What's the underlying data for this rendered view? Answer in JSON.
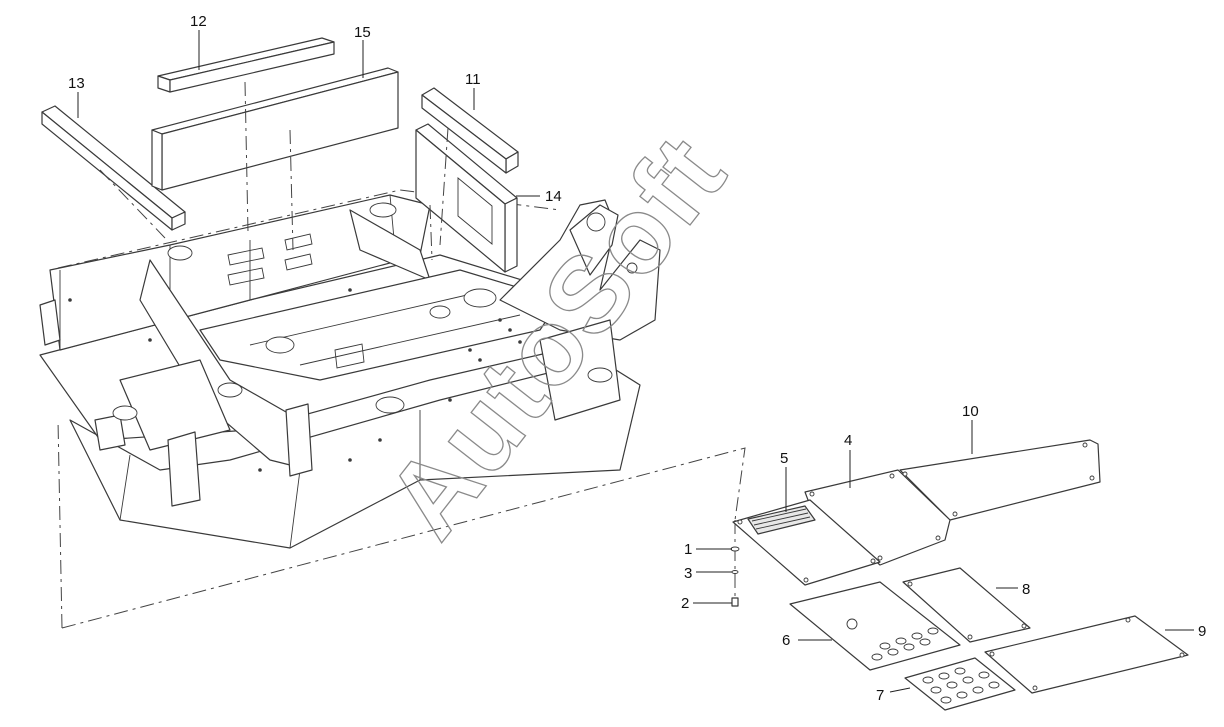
{
  "diagram": {
    "watermark": "AutoSoft",
    "callouts": {
      "c1": "1",
      "c2": "2",
      "c3": "3",
      "c4": "4",
      "c5": "5",
      "c6": "6",
      "c7": "7",
      "c8": "8",
      "c9": "9",
      "c10": "10",
      "c11": "11",
      "c12": "12",
      "c13": "13",
      "c14": "14",
      "c15": "15"
    }
  }
}
